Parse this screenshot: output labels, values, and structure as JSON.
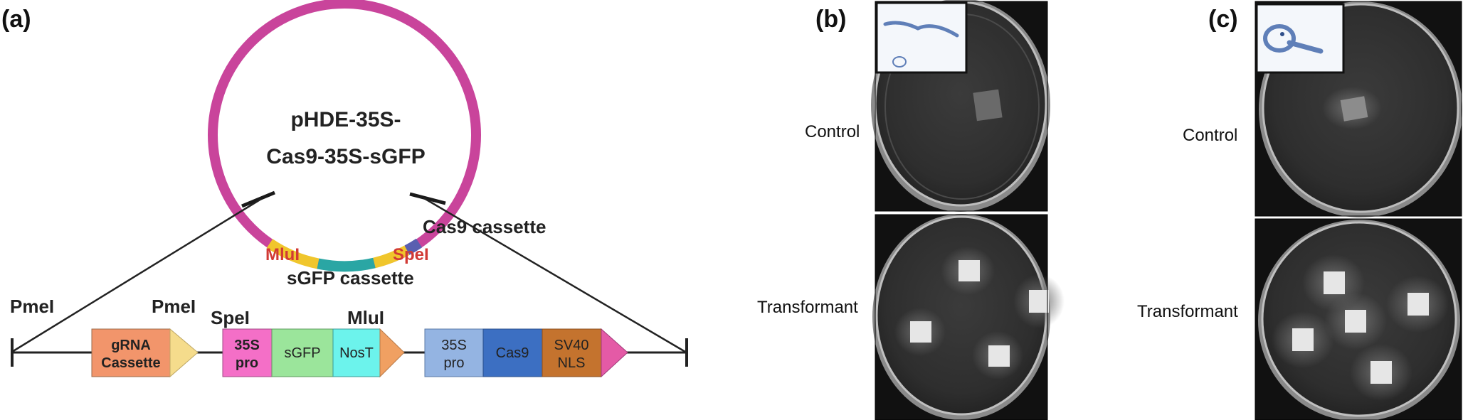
{
  "panels": {
    "a": "(a)",
    "b": "(b)",
    "c": "(c)"
  },
  "plasmid": {
    "name_line1": "pHDE-35S-",
    "name_line2": "Cas9-35S-sGFP",
    "mlui": "MluI",
    "spei": "SpeI",
    "sgfp_cassette": "sGFP cassette",
    "cas9_cassette": "Cas9 cassette"
  },
  "construct": {
    "pmel_left": "PmeI",
    "pmel_inner": "PmeI",
    "spei": "SpeI",
    "mlui": "MluI",
    "grna_l1": "gRNA",
    "grna_l2": "Cassette",
    "pro35s_a_l1": "35S",
    "pro35s_a_l2": "pro",
    "sgfp": "sGFP",
    "nost": "NosT",
    "pro35s_b_l1": "35S",
    "pro35s_b_l2": "pro",
    "cas9": "Cas9",
    "sv40_l1": "SV40",
    "sv40_l2": "NLS"
  },
  "plates": {
    "control": "Control",
    "transformant": "Transformant"
  },
  "colors": {
    "plasmid_ring": "#c9449b",
    "seg_yellow": "#f0c62c",
    "seg_teal": "#2aa6a4",
    "seg_blue": "#5a5fb0",
    "site_red": "#d13a35",
    "grna": "#f2956b",
    "grna_arrow": "#f5dc8c",
    "pro_pink": "#f46fc7",
    "sgfp": "#9be59b",
    "nost": "#6cf3ec",
    "nost_arrow": "#f0a062",
    "pro_blue": "#94b4e2",
    "cas9": "#3c6fc2",
    "sv40": "#c4732e",
    "sv40_arrow": "#e45aa6"
  }
}
